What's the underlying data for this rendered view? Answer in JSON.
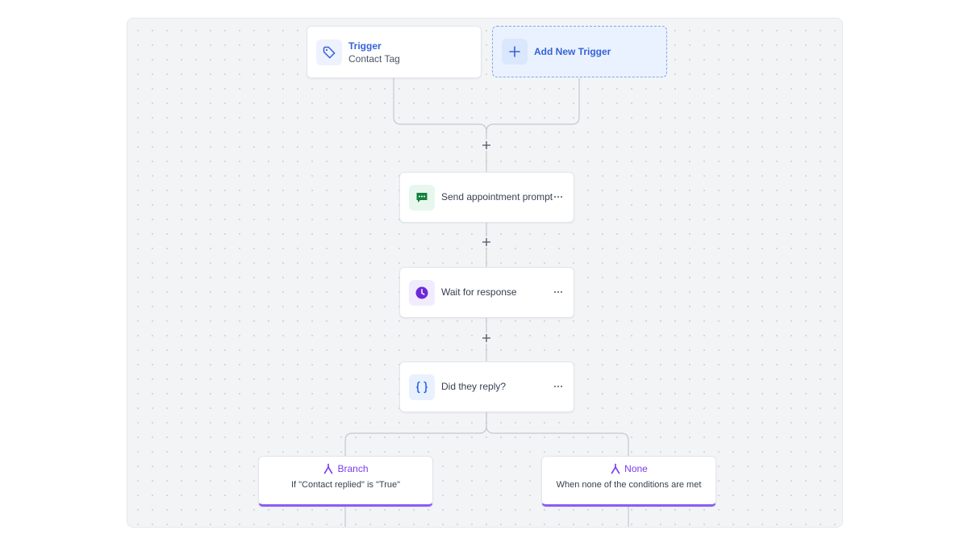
{
  "trigger": {
    "title": "Trigger",
    "subtitle": "Contact Tag",
    "icon": "tag-icon"
  },
  "add_trigger": {
    "label": "Add New Trigger",
    "icon": "plus-icon"
  },
  "steps": [
    {
      "label": "Send appointment prompt",
      "icon": "message-icon",
      "icon_color": "#15803d",
      "tile_color": "#e7f7ee"
    },
    {
      "label": "Wait for response",
      "icon": "clock-icon",
      "icon_color": "#6d28d9",
      "tile_color": "#f1ecfd"
    },
    {
      "label": "Did they reply?",
      "icon": "braces-icon",
      "icon_color": "#2563eb",
      "tile_color": "#eaf1fe"
    }
  ],
  "branches": [
    {
      "title": "Branch",
      "subtitle": "If \"Contact replied\" is \"True\"",
      "icon": "branch-icon"
    },
    {
      "title": "None",
      "subtitle": "When none of the conditions are met",
      "icon": "branch-icon"
    }
  ],
  "colors": {
    "accent_blue": "#3563d9",
    "branch_purple": "#8b5cf6",
    "connector": "#c4c8cf"
  }
}
